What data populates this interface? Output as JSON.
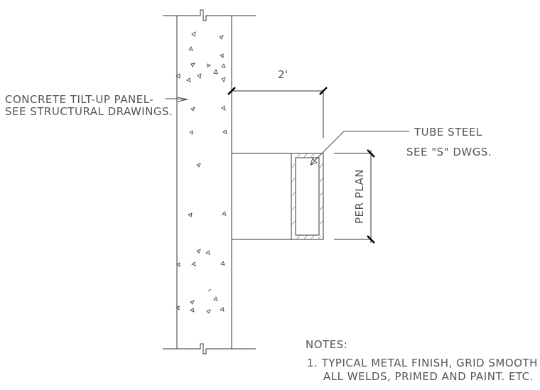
{
  "labels": {
    "panel_line1": "CONCRETE TILT-UP PANEL-",
    "panel_line2": "SEE STRUCTURAL DRAWINGS.",
    "tube_line1": "TUBE STEEL",
    "tube_line2": "SEE \"S\" DWGS.",
    "dim_top": "2'",
    "dim_side": "PER PLAN"
  },
  "notes": {
    "heading": "NOTES:",
    "line1": "1. TYPICAL METAL FINISH, GRID SMOOTH",
    "line2": "ALL WELDS, PRIMED AND PAINT. ETC."
  }
}
